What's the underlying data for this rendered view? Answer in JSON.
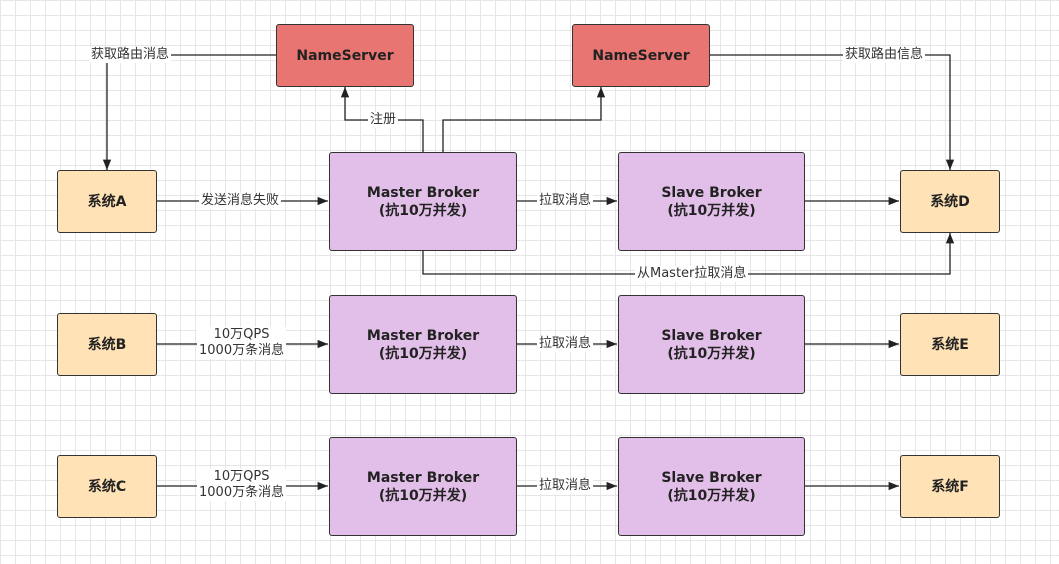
{
  "nodes": {
    "nameserver_1": "NameServer",
    "nameserver_2": "NameServer",
    "system_a": "系统A",
    "system_b": "系统B",
    "system_c": "系统C",
    "system_d": "系统D",
    "system_e": "系统E",
    "system_f": "系统F",
    "master_1": {
      "title": "Master Broker",
      "sub": "(抗10万并发)"
    },
    "master_2": {
      "title": "Master Broker",
      "sub": "(抗10万并发)"
    },
    "master_3": {
      "title": "Master Broker",
      "sub": "(抗10万并发)"
    },
    "slave_1": {
      "title": "Slave Broker",
      "sub": "(抗10万并发)"
    },
    "slave_2": {
      "title": "Slave Broker",
      "sub": "(抗10万并发)"
    },
    "slave_3": {
      "title": "Slave Broker",
      "sub": "(抗10万并发)"
    }
  },
  "edges": {
    "get_route_left": "获取路由消息",
    "get_route_right": "获取路由信息",
    "register": "注册",
    "send_failed": "发送消息失败",
    "pull_1": "拉取消息",
    "pull_2": "拉取消息",
    "pull_3": "拉取消息",
    "pull_from_master": "从Master拉取消息",
    "qps_b": "10万QPS",
    "msgs_b": "1000万条消息",
    "qps_c": "10万QPS",
    "msgs_c": "1000万条消息"
  },
  "colors": {
    "nameserver": "#e87571",
    "broker": "#e2bfe8",
    "system": "#ffe2b5",
    "line": "#222222"
  }
}
